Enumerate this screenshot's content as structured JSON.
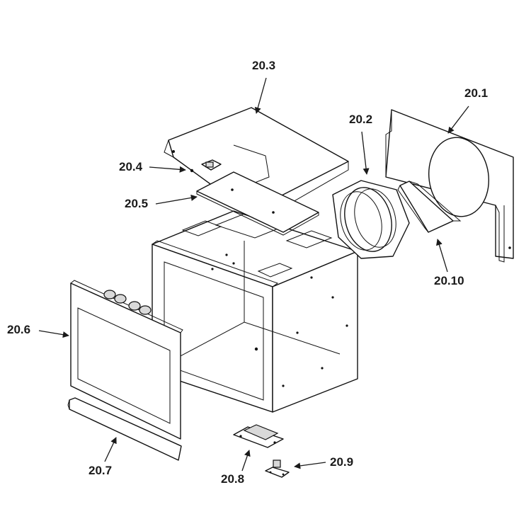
{
  "callouts": {
    "c20_1": "20.1",
    "c20_2": "20.2",
    "c20_3": "20.3",
    "c20_4": "20.4",
    "c20_5": "20.5",
    "c20_6": "20.6",
    "c20_7": "20.7",
    "c20_8": "20.8",
    "c20_9": "20.9",
    "c20_10": "20.10"
  },
  "colors": {
    "line": "#111111",
    "background": "#ffffff"
  }
}
